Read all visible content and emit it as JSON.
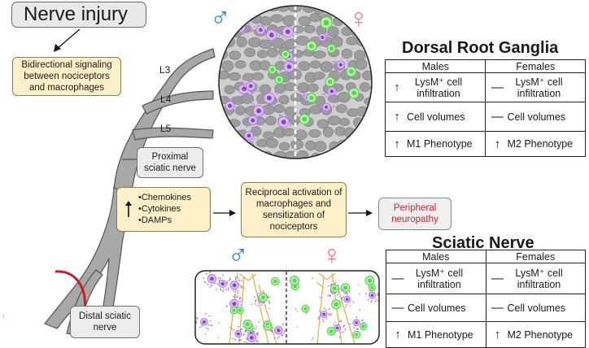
{
  "title": "Nerve injury",
  "bidirectional_text": "Bidirectional signaling between nociceptors and macrophages",
  "levels": [
    "L3",
    "L4",
    "L5"
  ],
  "proximal_label": "Proximal sciatic nerve",
  "distal_label": "Distal sciatic nerve",
  "mediators": [
    "•Chemokines",
    "•Cytokines",
    "•DAMPs"
  ],
  "reciprocal_text": "Reciprocal activation of macrophages and sensitization of nociceptors",
  "outcome_text": "Peripheral neuropathy",
  "symbols": {
    "male": "♂",
    "female": "♀",
    "up_arrow": "↑",
    "no_change": "—"
  },
  "colors": {
    "male": "#2f7fc0",
    "female": "#e8808a",
    "outcome_text": "#d2202e",
    "nerve": "#a8a8a8",
    "macrophage": "#b07be0",
    "green_cell": "#59d64e",
    "injury_mark": "#c41e2a",
    "fiber": "#d8b94a"
  },
  "drg": {
    "heading": "Dorsal Root Ganglia",
    "col_males": "Males",
    "col_females": "Females",
    "rows": [
      {
        "m_symbol": "↑",
        "m_text": "LysM⁺ cell infiltration",
        "f_symbol": "—",
        "f_text": "LysM⁺ cell infiltration"
      },
      {
        "m_symbol": "↑",
        "m_text": "Cell volumes",
        "f_symbol": "—",
        "f_text": "Cell volumes"
      },
      {
        "m_symbol": "↑",
        "m_text": "M1 Phenotype",
        "f_symbol": "↑",
        "f_text": "M2 Phenotype"
      }
    ]
  },
  "sciatic": {
    "heading": "Sciatic Nerve",
    "col_males": "Males",
    "col_females": "Females",
    "rows": [
      {
        "m_symbol": "—",
        "m_text": "LysM⁺ cell infiltration",
        "f_symbol": "—",
        "f_text": "LysM⁺ cell infiltration"
      },
      {
        "m_symbol": "—",
        "m_text": "Cell volumes",
        "f_symbol": "—",
        "f_text": "Cell volumes"
      },
      {
        "m_symbol": "↑",
        "m_text": "M1 Phenotype",
        "f_symbol": "↑",
        "f_text": "M2 Phenotype"
      }
    ]
  }
}
